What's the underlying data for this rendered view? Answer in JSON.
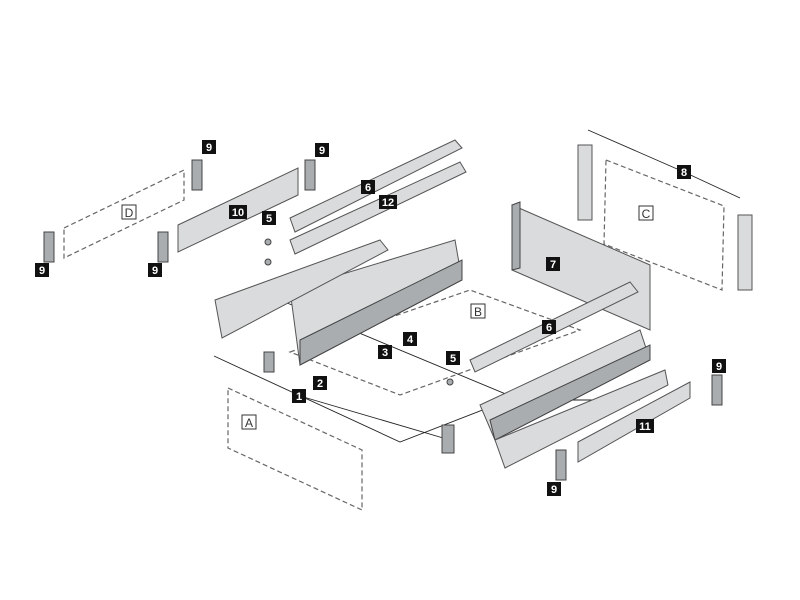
{
  "diagram": {
    "title_hidden": null,
    "callouts": {
      "c9a": "9",
      "c9b": "9",
      "c9c": "9",
      "c9d": "9",
      "c9e": "9",
      "c9f": "9",
      "c10": "10",
      "c5a": "5",
      "c5b": "5",
      "c6a": "6",
      "c6b": "6",
      "c12": "12",
      "c8": "8",
      "c7": "7",
      "c1": "1",
      "c2": "2",
      "c3": "3",
      "c4": "4",
      "c11": "11"
    },
    "panels": {
      "A": "A",
      "B": "B",
      "C": "C",
      "D": "D"
    }
  }
}
